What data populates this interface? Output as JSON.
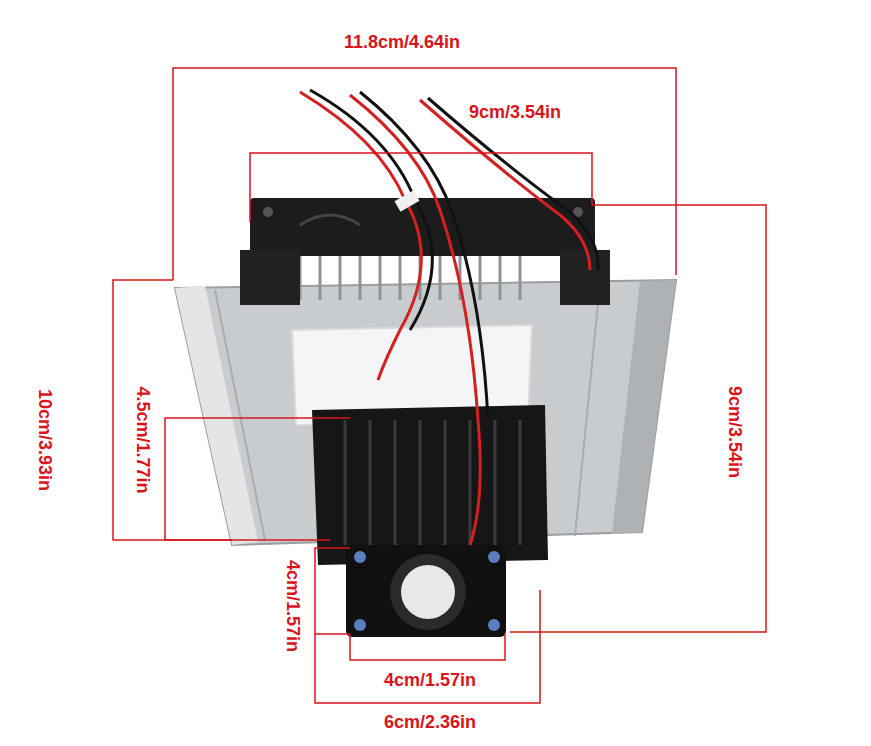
{
  "diagram": {
    "labels": [
      "11.8cm/4.64in",
      "9cm/3.54in",
      "10cm/3.93in",
      "4.5cm/1.77in",
      "9cm/3.54in",
      "4cm/1.57in",
      "4cm/1.57in",
      "6cm/2.36in"
    ]
  }
}
